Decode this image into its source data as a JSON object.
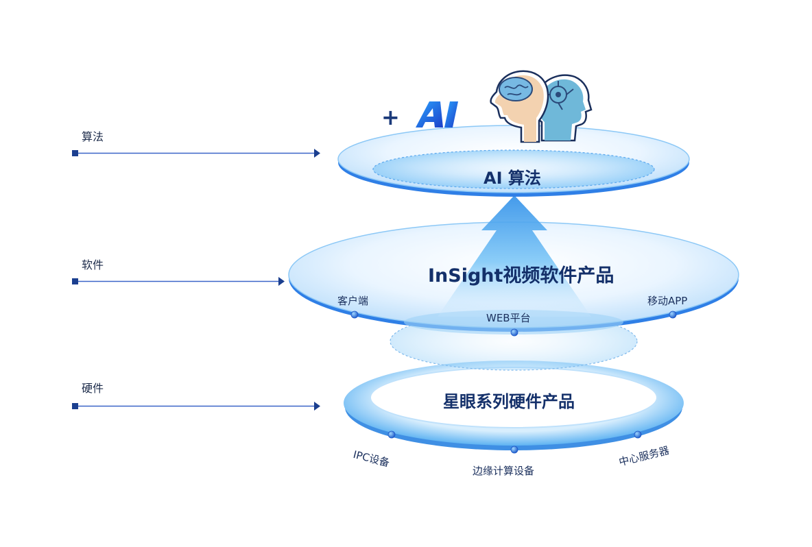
{
  "layers": {
    "algorithm": {
      "side_label": "算法",
      "title": "AI 算法",
      "badge_plus": "+",
      "badge_ai": "AI"
    },
    "software": {
      "side_label": "软件",
      "title": "InSight视频软件产品",
      "items": [
        "客户端",
        "WEB平台",
        "移动APP"
      ]
    },
    "hardware": {
      "side_label": "硬件",
      "title": "星眼系列硬件产品",
      "items": [
        "IPC设备",
        "边缘计算设备",
        "中心服务器"
      ]
    }
  },
  "colors": {
    "navy": "#14306a",
    "arrow_line": "#3a64c8",
    "marker": "#1b3f8f",
    "disc_top": "#e9f4fe",
    "disc_edge": "#2f7fe6",
    "glow": "#7cc4f6",
    "head_left": "#f3d2b0",
    "head_right": "#6fb8d9"
  }
}
